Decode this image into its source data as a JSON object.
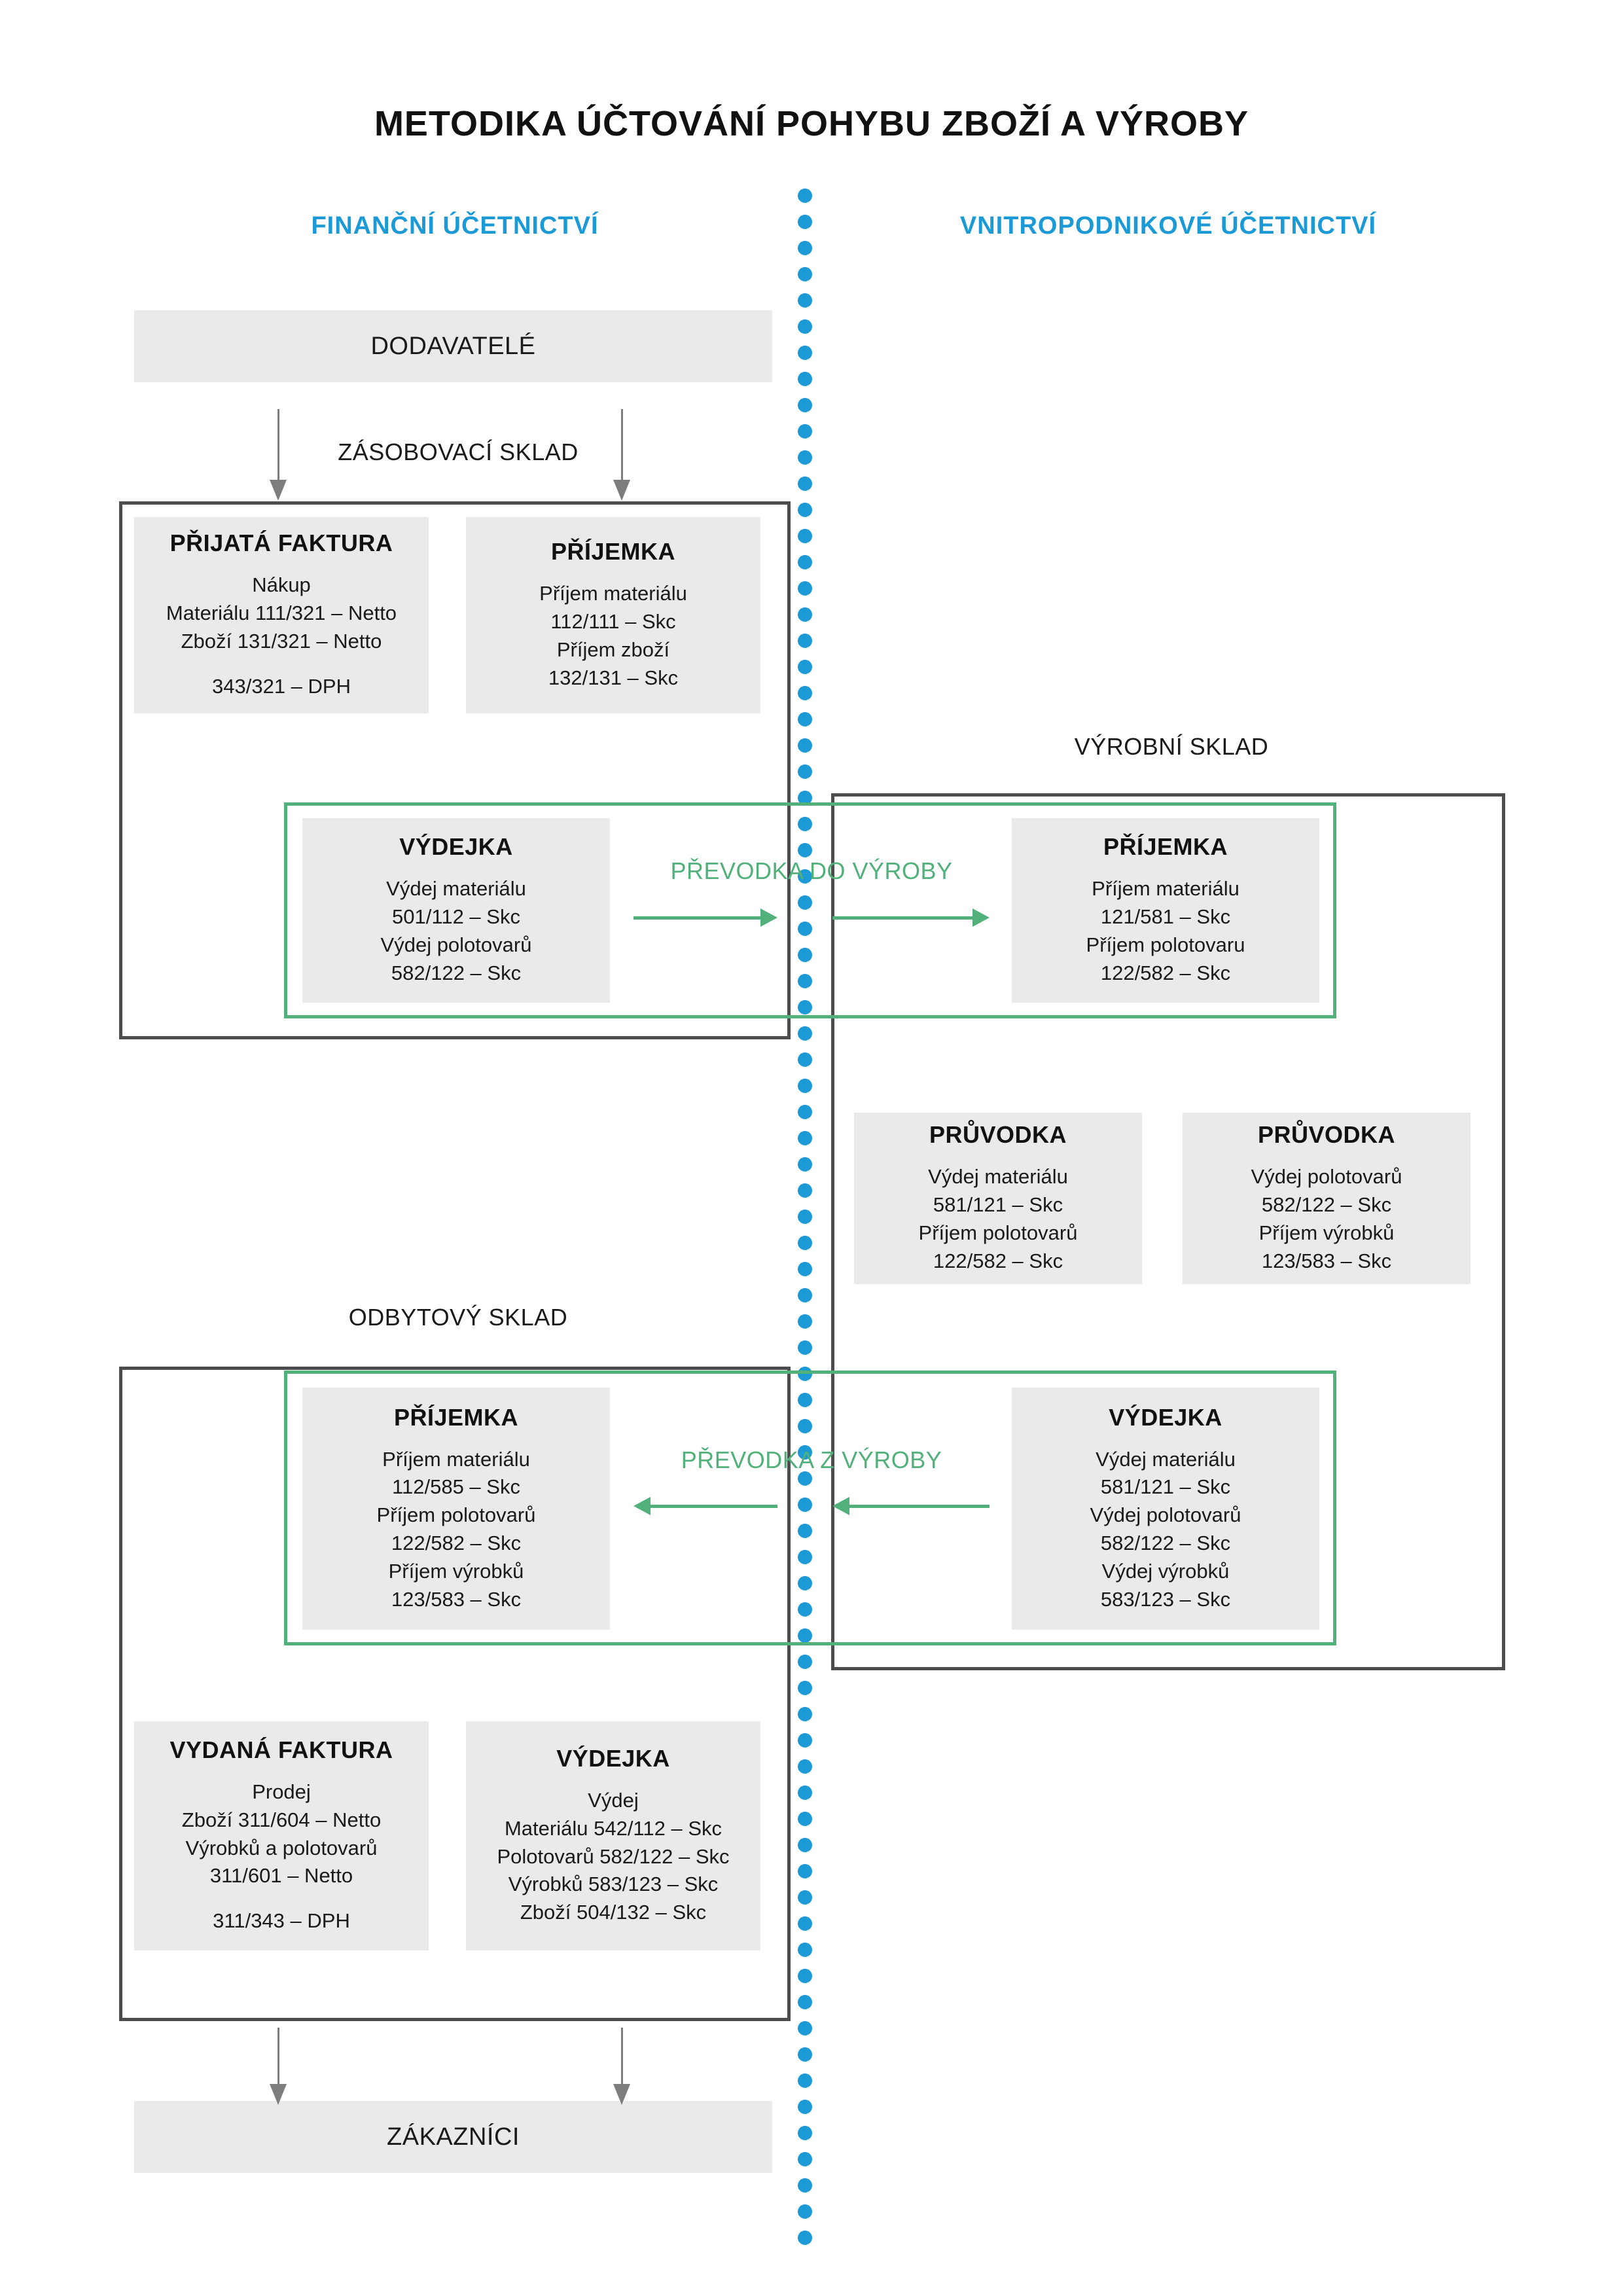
{
  "title": "METODIKA ÚČTOVÁNÍ POHYBU ZBOŽÍ A VÝROBY",
  "colors": {
    "accent_blue": "#1b9ad6",
    "accent_green": "#52b07a",
    "frame_gray": "#4d4d4d",
    "card_fill": "#eaeaea",
    "arrow_gray": "#7d7d7d"
  },
  "columns": {
    "financial": "FINANČNÍ ÚČETNICTVÍ",
    "internal": "VNITROPODNIKOVÉ ÚČETNICTVÍ"
  },
  "warehouses": {
    "supply": "ZÁSOBOVACÍ SKLAD",
    "production": "VÝROBNÍ SKLAD",
    "sales": "ODBYTOVÝ SKLAD"
  },
  "endpoints": {
    "suppliers": "DODAVATELÉ",
    "customers": "ZÁKAZNÍCI"
  },
  "transfers": {
    "to_production": "PŘEVODKA  DO VÝROBY",
    "from_production": "PŘEVODKA  Z VÝROBY"
  },
  "cards": {
    "prijata_faktura": {
      "title": "PŘIJATÁ FAKTURA",
      "lines": [
        "Nákup",
        "Materiálu 111/321 – Netto",
        "Zboží 131/321 – Netto"
      ],
      "footer": "343/321 – DPH"
    },
    "prijemka_zasob": {
      "title": "PŘÍJEMKA",
      "lines": [
        "Příjem materiálu",
        "112/111 – Skc",
        "Příjem zboží",
        "132/131 – Skc"
      ]
    },
    "vydejka_do_vyroby": {
      "title": "VÝDEJKA",
      "lines": [
        "Výdej materiálu",
        "501/112 – Skc",
        "Výdej polotovarů",
        "582/122 – Skc"
      ]
    },
    "prijemka_do_vyroby": {
      "title": "PŘÍJEMKA",
      "lines": [
        "Příjem materiálu",
        "121/581 – Skc",
        "Příjem polotovaru",
        "122/582 – Skc"
      ]
    },
    "pruvodka_material": {
      "title": "PRŮVODKA",
      "lines": [
        "Výdej materiálu",
        "581/121 – Skc",
        "Příjem polotovarů",
        "122/582 – Skc"
      ]
    },
    "pruvodka_polotovary": {
      "title": "PRŮVODKA",
      "lines": [
        "Výdej polotovarů",
        "582/122 – Skc",
        "Příjem výrobků",
        "123/583 – Skc"
      ]
    },
    "prijemka_z_vyroby": {
      "title": "PŘÍJEMKA",
      "lines": [
        "Příjem materiálu",
        "112/585 – Skc",
        "Příjem polotovarů",
        "122/582 – Skc",
        "Příjem výrobků",
        "123/583 – Skc"
      ]
    },
    "vydejka_z_vyroby": {
      "title": "VÝDEJKA",
      "lines": [
        "Výdej materiálu",
        "581/121 – Skc",
        "Výdej polotovarů",
        "582/122 – Skc",
        "Výdej výrobků",
        "583/123 – Skc"
      ]
    },
    "vydana_faktura": {
      "title": "VYDANÁ FAKTURA",
      "lines": [
        "Prodej",
        "Zboží 311/604 – Netto",
        "Výrobků a polotovarů",
        "311/601 – Netto"
      ],
      "footer": "311/343 – DPH"
    },
    "vydejka_prodej": {
      "title": "VÝDEJKA",
      "lines": [
        "Výdej",
        "Materiálu 542/112 – Skc",
        "Polotovarů 582/122 – Skc",
        "Výrobků 583/123 – Skc",
        "Zboží 504/132 – Skc"
      ]
    }
  }
}
